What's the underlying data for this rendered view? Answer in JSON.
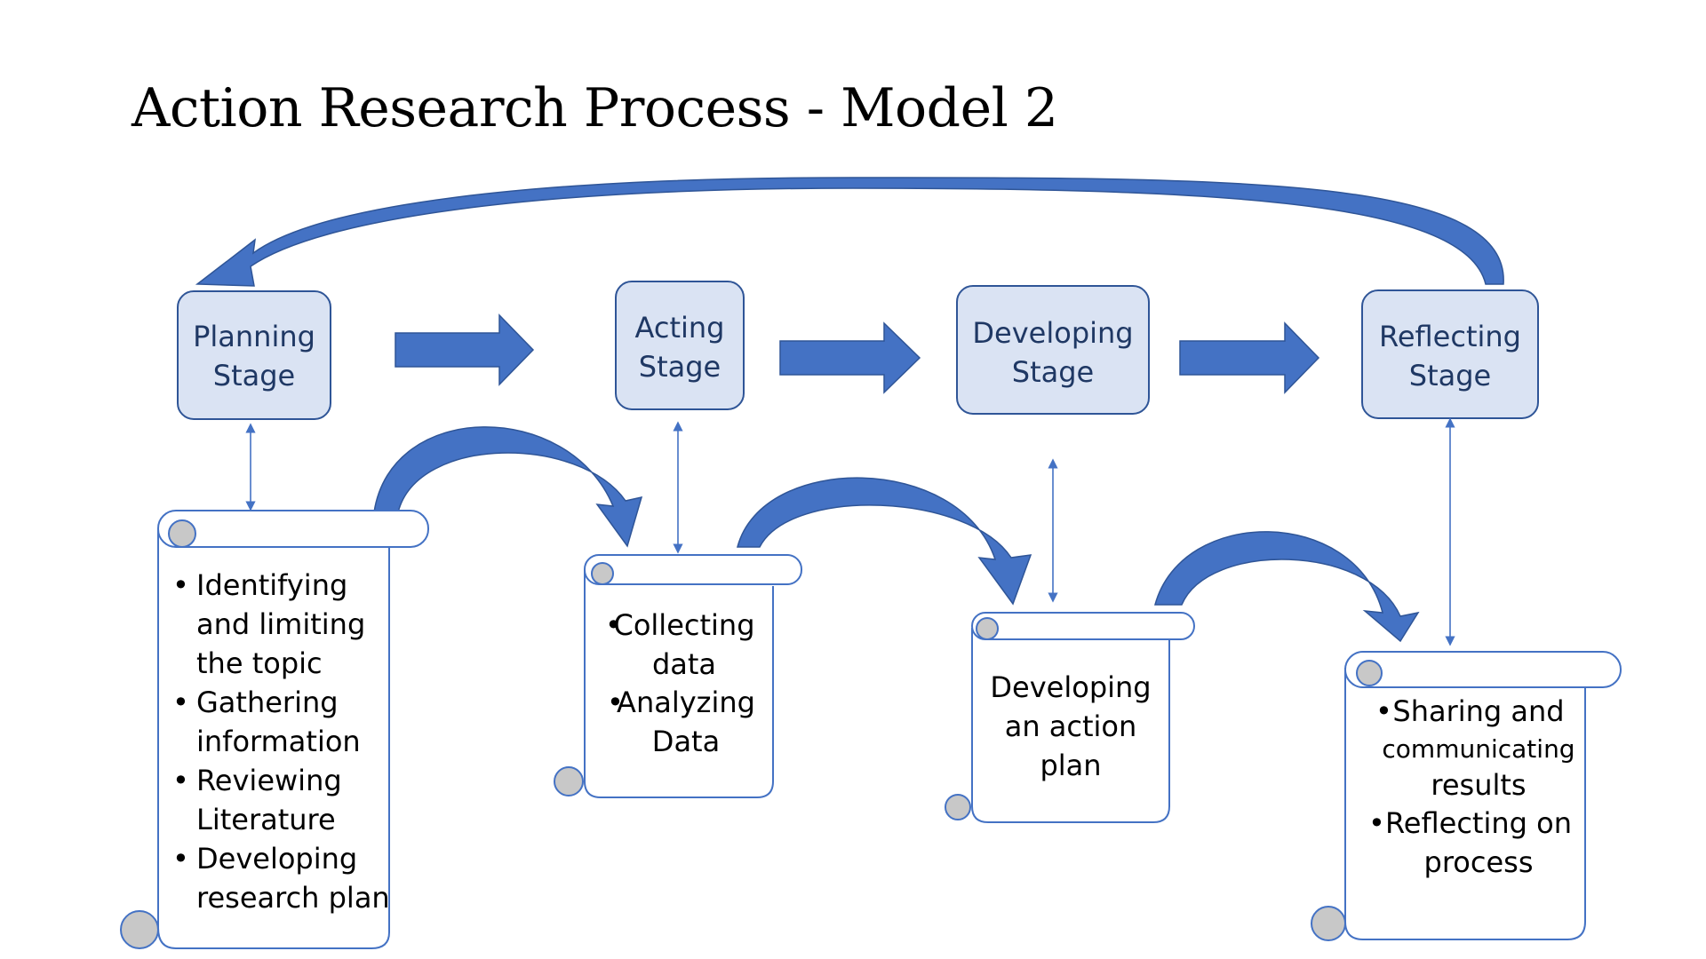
{
  "title": "Action Research Process - Model 2",
  "colors": {
    "stage_fill": "#dae3f3",
    "stage_border": "#2f5597",
    "arrow_fill": "#4472c4",
    "stage_text": "#1f3864"
  },
  "stages": [
    {
      "line1": "Planning",
      "line2": "Stage"
    },
    {
      "line1": "Acting",
      "line2": "Stage"
    },
    {
      "line1": "Developing",
      "line2": "Stage"
    },
    {
      "line1": "Reflecting",
      "line2": "Stage"
    }
  ],
  "scrolls": {
    "planning": {
      "bullets": [
        {
          "lines": [
            "Identifying",
            "and limiting",
            "the topic"
          ]
        },
        {
          "lines": [
            "Gathering",
            "information"
          ]
        },
        {
          "lines": [
            "Reviewing",
            "Literature"
          ]
        },
        {
          "lines": [
            "Developing",
            "research plan"
          ]
        }
      ]
    },
    "acting": {
      "bullets": [
        {
          "lines": [
            "Collecting",
            "data"
          ]
        },
        {
          "lines": [
            "Analyzing",
            "Data"
          ]
        }
      ]
    },
    "developing": {
      "lines": [
        "Developing",
        "an action",
        "plan"
      ]
    },
    "reflecting": {
      "bullets": [
        {
          "lines": [
            "Sharing and",
            "communicating",
            "results"
          ]
        },
        {
          "lines": [
            "Reflecting on",
            "process"
          ]
        }
      ]
    }
  }
}
